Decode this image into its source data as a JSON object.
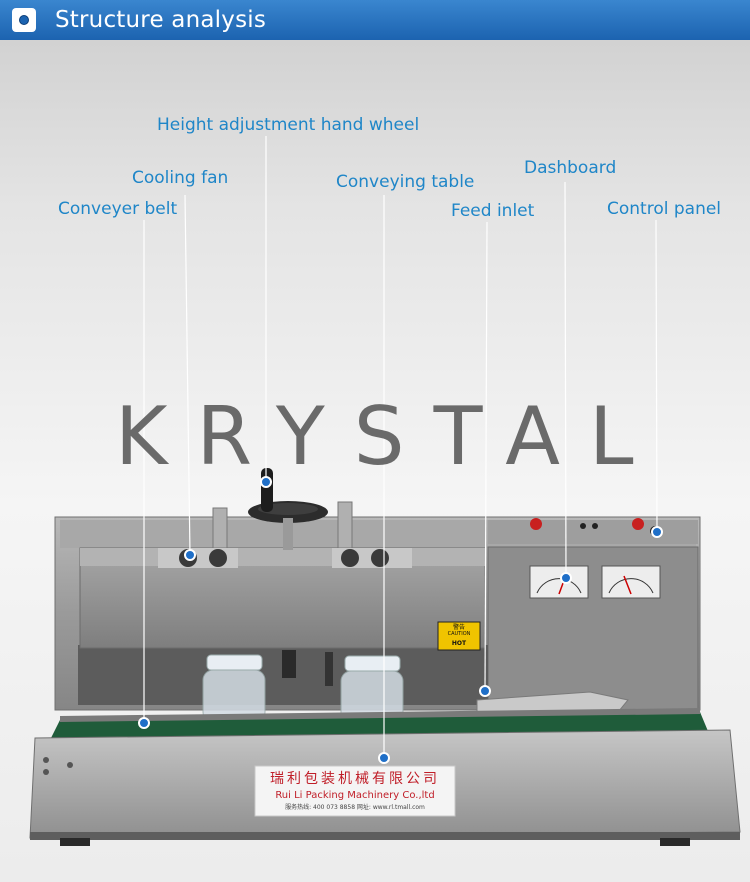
{
  "header": {
    "title": "Structure analysis",
    "icon": "camera-icon",
    "colors": {
      "bar": "#1c63b0",
      "text": "#ffffff"
    }
  },
  "watermark": "KRYSTAL",
  "callouts": [
    {
      "id": "hand-wheel",
      "label": "Height adjustment hand wheel"
    },
    {
      "id": "cooling-fan",
      "label": "Cooling fan"
    },
    {
      "id": "conveyer-belt",
      "label": "Conveyer belt"
    },
    {
      "id": "conveying-table",
      "label": "Conveying table"
    },
    {
      "id": "dashboard",
      "label": "Dashboard"
    },
    {
      "id": "feed-inlet",
      "label": "Feed inlet"
    },
    {
      "id": "control-panel",
      "label": "Control panel"
    }
  ],
  "callout_color": "#1f86c8",
  "nameplate": {
    "chinese": "瑞利包装机械有限公司",
    "english": "Rui Li Packing Machinery Co.,ltd",
    "contact": "服务热线: 400 073 8858    网址: www.rl.tmall.com"
  },
  "warning_label": {
    "line1": "警告",
    "line2": "CAUTION",
    "line3": "HOT"
  }
}
